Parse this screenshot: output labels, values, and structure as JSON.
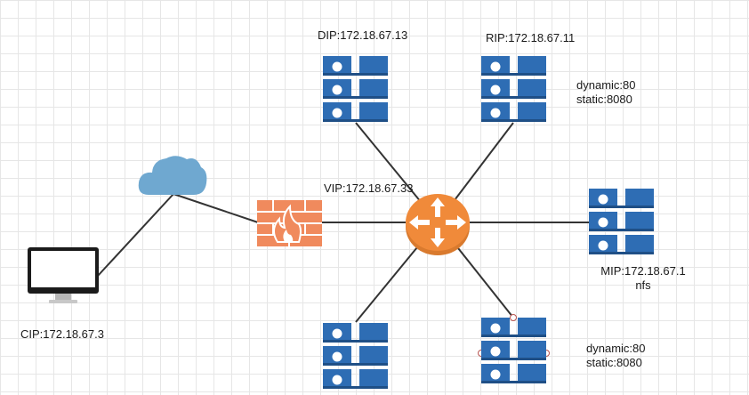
{
  "nodes": {
    "dip": {
      "label": "DIP:172.18.67.13"
    },
    "rip": {
      "label": "RIP:172.18.67.11",
      "ports": [
        "dynamic:80",
        "static:8080"
      ]
    },
    "vip": {
      "label": "VIP:172.18.67.33"
    },
    "mip": {
      "label": "MIP:172.18.67.1",
      "sub": "nfs"
    },
    "cip": {
      "label": "CIP:172.18.67.3"
    },
    "backend2": {
      "ports": [
        "dynamic:80",
        "static:8080"
      ]
    }
  },
  "colors": {
    "server": "#2e6db4",
    "router": "#f08a3a",
    "firewall": "#f08a5d",
    "cloud": "#6fa8d0",
    "line": "#333333"
  }
}
